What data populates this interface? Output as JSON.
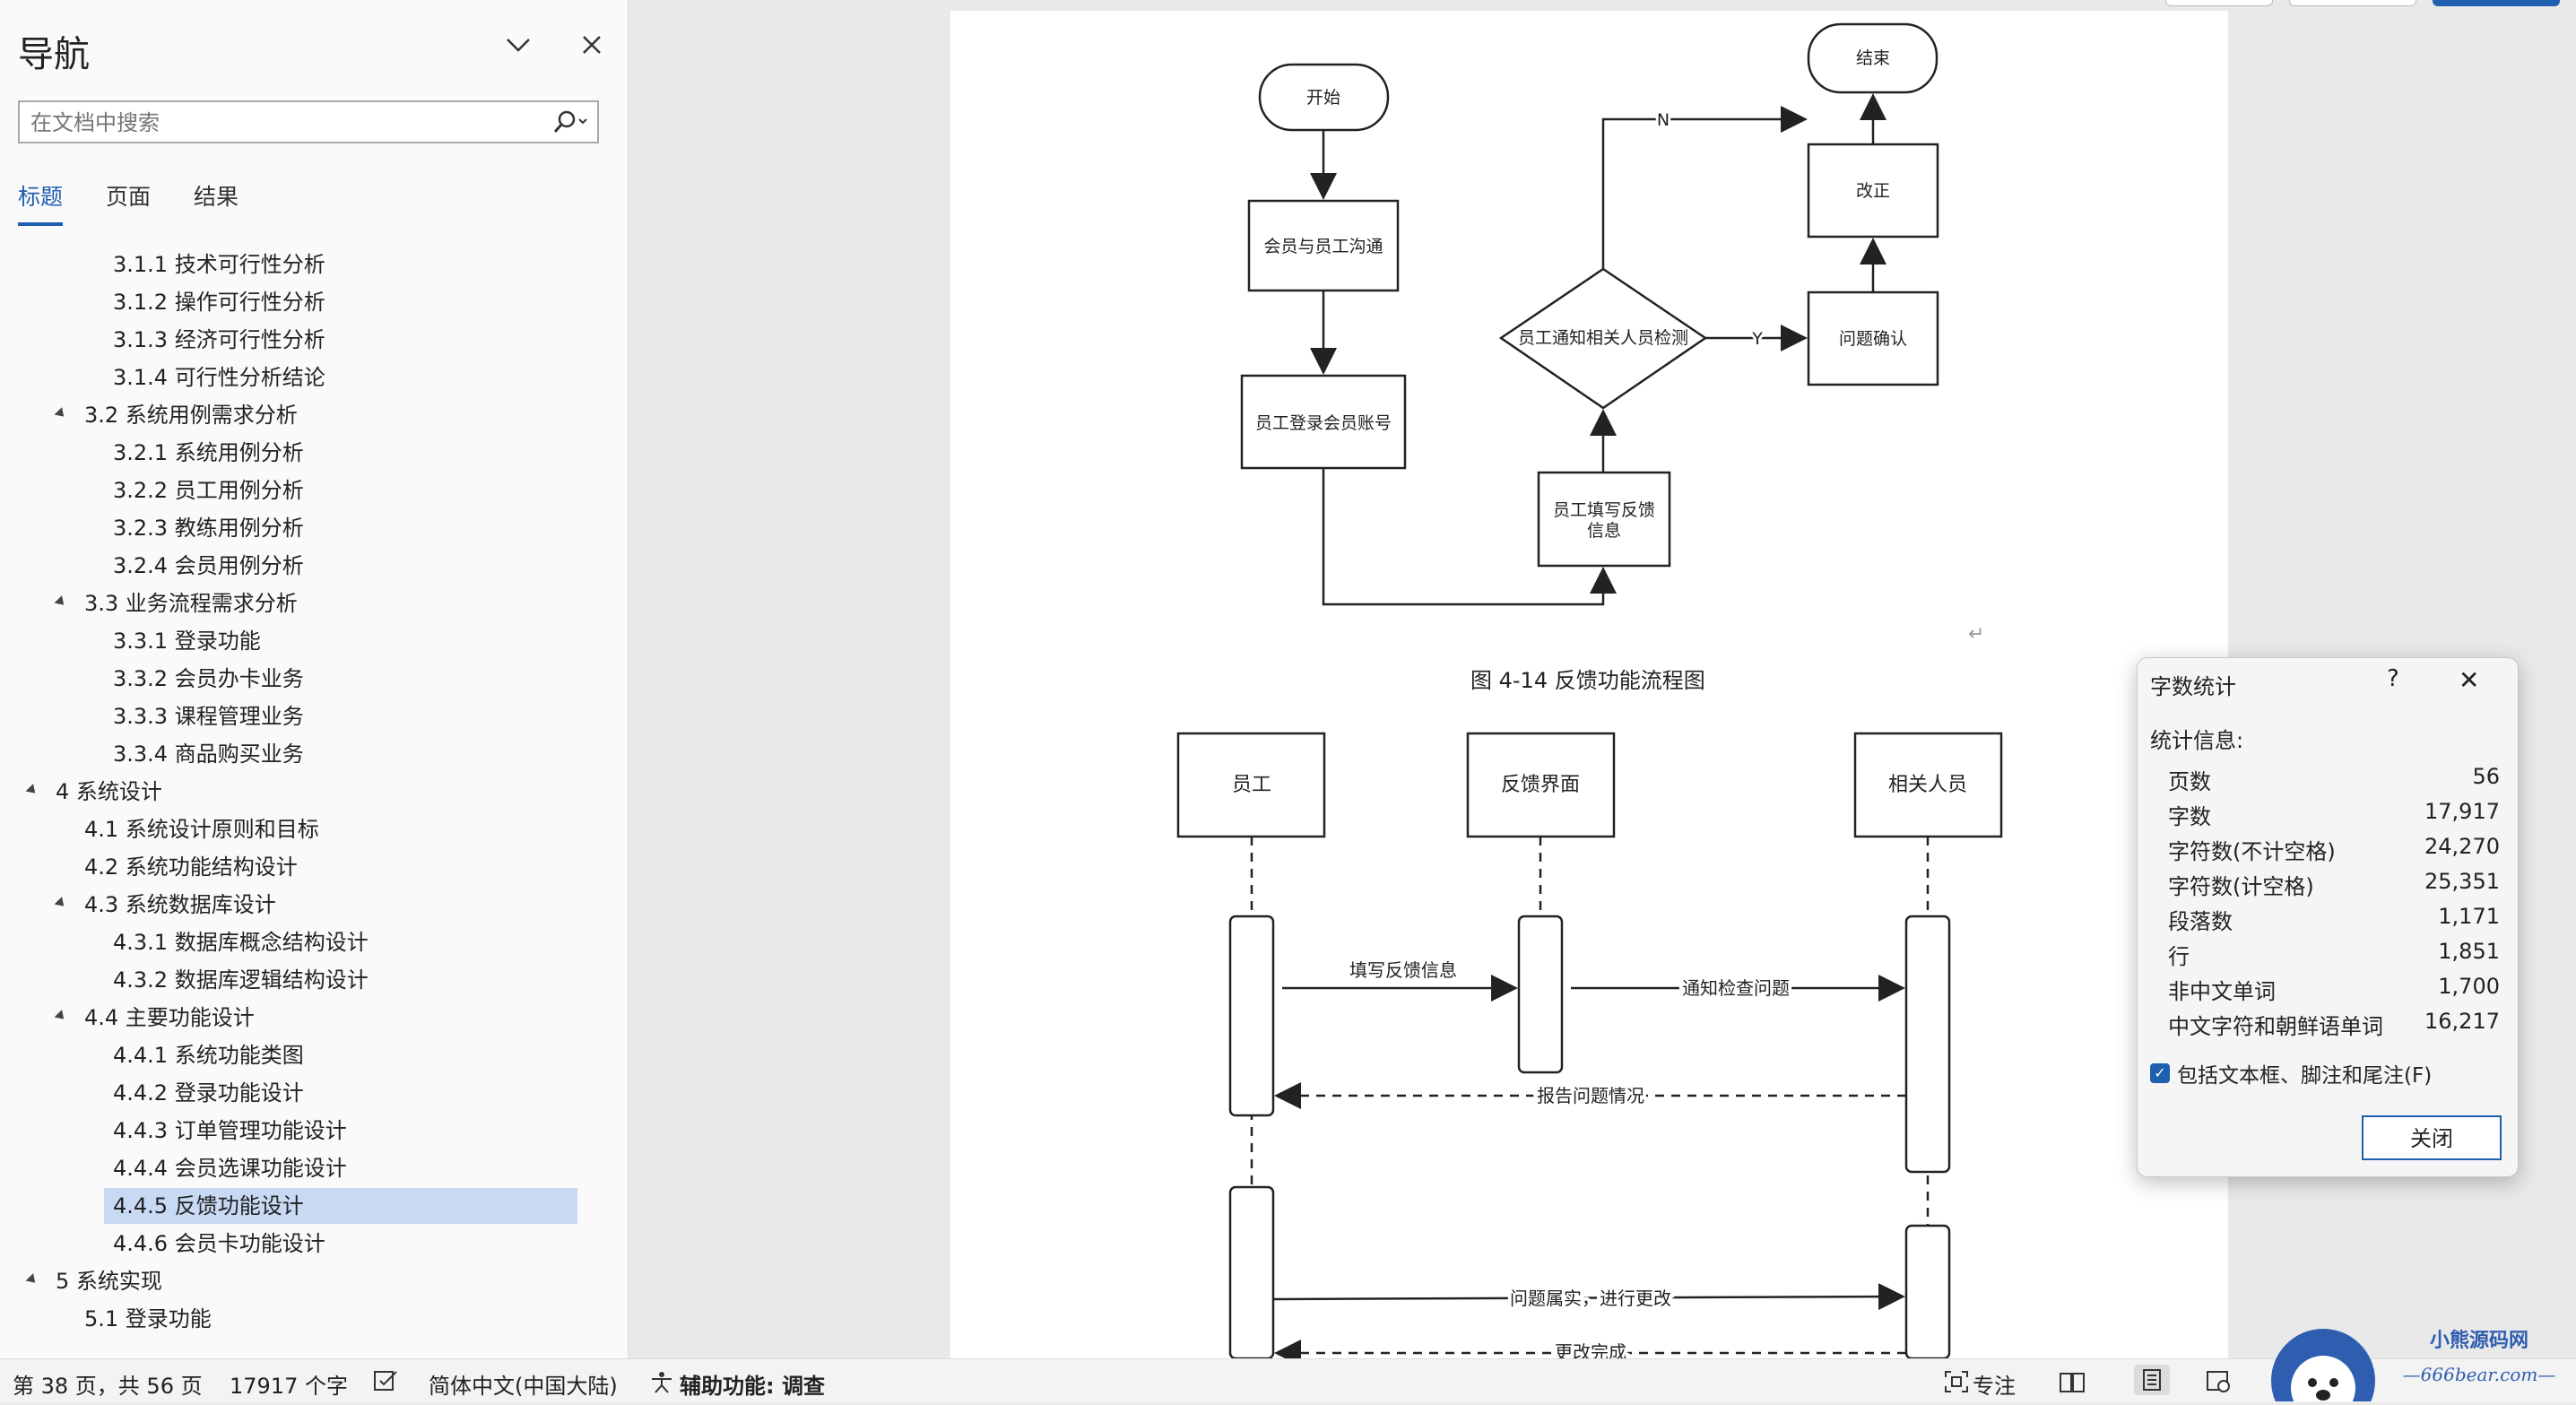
{
  "nav": {
    "title": "导航",
    "search_placeholder": "在文档中搜索",
    "tabs": [
      "标题",
      "页面",
      "结果"
    ],
    "items": [
      {
        "text": "3.1.1 技术可行性分析"
      },
      {
        "text": "3.1.2 操作可行性分析"
      },
      {
        "text": "3.1.3 经济可行性分析"
      },
      {
        "text": "3.1.4 可行性分析结论"
      },
      {
        "text": "3.2  系统用例需求分析"
      },
      {
        "text": "3.2.1 系统用例分析"
      },
      {
        "text": "3.2.2 员工用例分析"
      },
      {
        "text": "3.2.3 教练用例分析"
      },
      {
        "text": "3.2.4 会员用例分析"
      },
      {
        "text": "3.3  业务流程需求分析"
      },
      {
        "text": "3.3.1 登录功能"
      },
      {
        "text": "3.3.2 会员办卡业务"
      },
      {
        "text": "3.3.3 课程管理业务"
      },
      {
        "text": "3.3.4 商品购买业务"
      },
      {
        "text": "4   系统设计"
      },
      {
        "text": "4.1  系统设计原则和目标"
      },
      {
        "text": "4.2  系统功能结构设计"
      },
      {
        "text": "4.3  系统数据库设计"
      },
      {
        "text": "4.3.1 数据库概念结构设计"
      },
      {
        "text": "4.3.2 数据库逻辑结构设计"
      },
      {
        "text": "4.4  主要功能设计"
      },
      {
        "text": "4.4.1 系统功能类图"
      },
      {
        "text": "4.4.2 登录功能设计"
      },
      {
        "text": "4.4.3 订单管理功能设计"
      },
      {
        "text": "4.4.4 会员选课功能设计"
      },
      {
        "text": "4.4.5 反馈功能设计"
      },
      {
        "text": "4.4.6 会员卡功能设计"
      },
      {
        "text": "5   系统实现"
      },
      {
        "text": "5.1  登录功能"
      }
    ]
  },
  "document": {
    "flowchart": {
      "start": "开始",
      "end": "结束",
      "step1": "会员与员工沟通",
      "step2": "员工登录会员账号",
      "step3_line1": "员工填写反馈",
      "step3_line2": "信息",
      "decision": "员工通知相关人员检测",
      "confirm": "问题确认",
      "fix": "改正",
      "label_n": "N",
      "label_y": "Y"
    },
    "caption": "图 4-14  反馈功能流程图",
    "return_mark": "↵",
    "sequence": {
      "actor1": "员工",
      "actor2": "反馈界面",
      "actor3": "相关人员",
      "msg1": "填写反馈信息",
      "msg2": "通知检查问题",
      "msg3": "报告问题情况",
      "msg4": "问题属实，进行更改",
      "msg5": "更改完成"
    }
  },
  "dialog": {
    "title": "字数统计",
    "help": "?",
    "close_x": "✕",
    "stats_label": "统计信息:",
    "rows": [
      {
        "label": "页数",
        "value": "56"
      },
      {
        "label": "字数",
        "value": "17,917"
      },
      {
        "label": "字符数(不计空格)",
        "value": "24,270"
      },
      {
        "label": "字符数(计空格)",
        "value": "25,351"
      },
      {
        "label": "段落数",
        "value": "1,171"
      },
      {
        "label": "行",
        "value": "1,851"
      },
      {
        "label": "非中文单词",
        "value": "1,700"
      },
      {
        "label": "中文字符和朝鲜语单词",
        "value": "16,217"
      }
    ],
    "checkbox_label": "包括文本框、脚注和尾注(F)",
    "close_button": "关闭"
  },
  "statusbar": {
    "page": "第 38 页，共 56 页",
    "words": "17917 个字",
    "language": "简体中文(中国大陆)",
    "accessibility": "辅助功能: 调查",
    "focus": "专注"
  },
  "watermark": {
    "line1": "小熊源码网",
    "line2": "—666bear.com—"
  },
  "colors": {
    "accent": "#1f5fb0",
    "selected_row": "#c7d9f3"
  }
}
